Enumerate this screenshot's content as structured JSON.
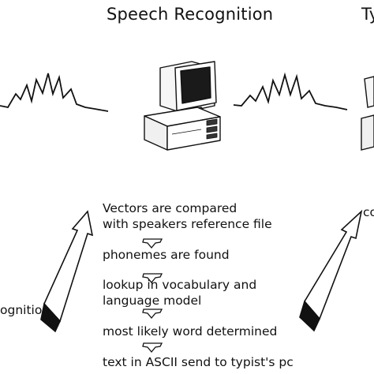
{
  "title": "Speech Recognition",
  "title_right_fragment": "Ty",
  "left_label_fragment": "ognition",
  "right_step_fragment": "co",
  "steps": [
    "Vectors are compared",
    "with speakers reference file",
    "phonemes are found",
    "lookup in vocabulary and",
    "language model",
    "most likely word determined",
    "text in ASCII send to typist's pc"
  ],
  "icons": {
    "waveform": "speech-waveform-icon",
    "computer": "desktop-computer-icon",
    "arrow": "hollow-arrow-icon",
    "step_arrow": "down-chevron-icon"
  },
  "colors": {
    "ink": "#111111",
    "screen": "#1a1a1a",
    "background": "#ffffff"
  }
}
